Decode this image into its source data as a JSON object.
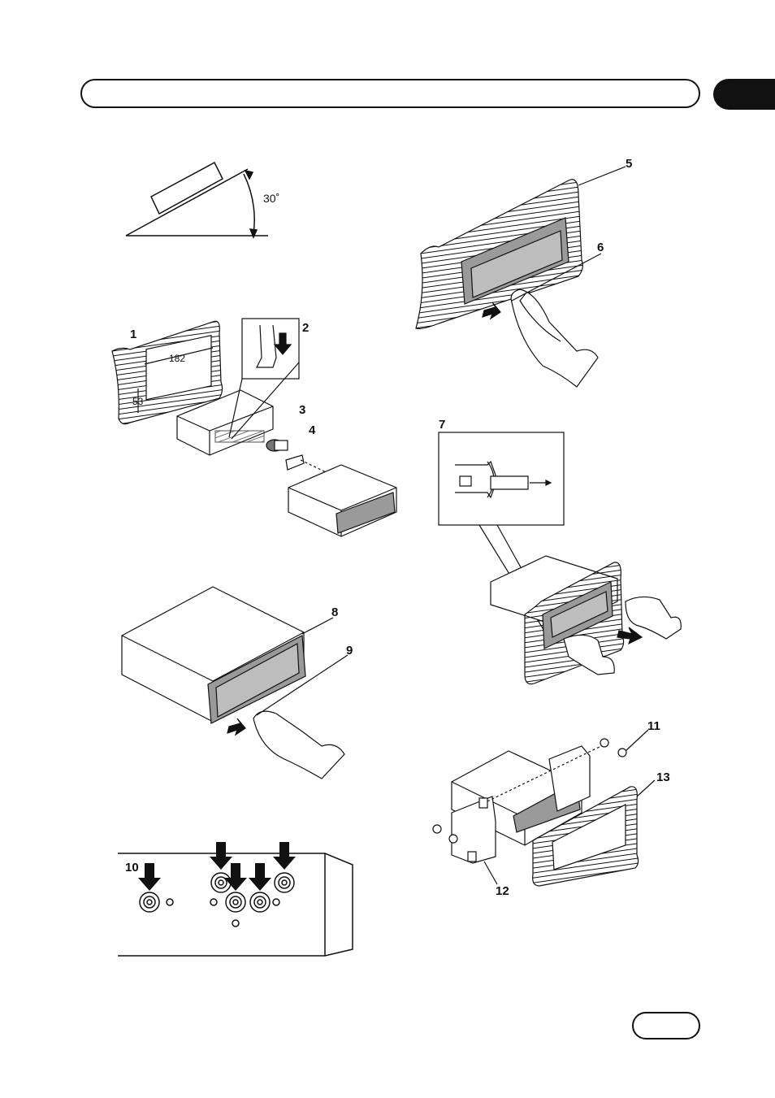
{
  "angle_figure": {
    "angle_label": "30˚"
  },
  "dimensions": {
    "width": "182",
    "height": "53"
  },
  "callouts": {
    "c1": "1",
    "c2": "2",
    "c3": "3",
    "c4": "4",
    "c5": "5",
    "c6": "6",
    "c7": "7",
    "c8": "8",
    "c9": "9",
    "c10": "10",
    "c11": "11",
    "c12": "12",
    "c13": "13"
  },
  "colors": {
    "ink": "#111111",
    "panel_gray": "#9a9a9a",
    "background": "#ffffff"
  }
}
